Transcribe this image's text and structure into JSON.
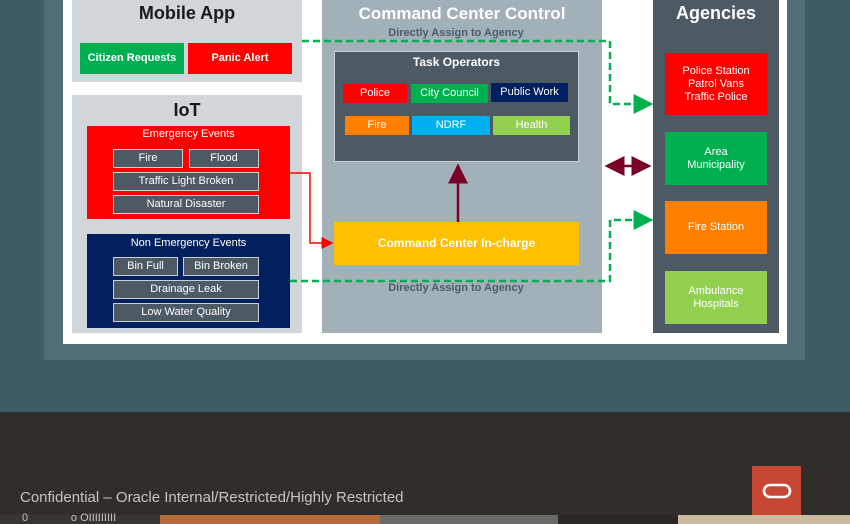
{
  "mobile_app": {
    "title": "Mobile App",
    "citizen_requests": "Citizen Requests",
    "panic_alert": "Panic Alert"
  },
  "iot": {
    "title": "IoT",
    "emergency": {
      "title": "Emergency Events",
      "fire": "Fire",
      "flood": "Flood",
      "traffic_light": "Traffic Light Broken",
      "natural_disaster": "Natural Disaster"
    },
    "non_emergency": {
      "title": "Non Emergency Events",
      "bin_full": "Bin Full",
      "bin_broken": "Bin Broken",
      "drainage_leak": "Drainage Leak",
      "low_water": "Low Water Quality"
    }
  },
  "command_center": {
    "title": "Command Center Control",
    "assign_top": "Directly Assign to Agency",
    "assign_bottom": "Directly Assign to Agency",
    "task_operators": {
      "title": "Task Operators",
      "police": "Police",
      "city_council": "City Council",
      "public_work": "Public Work",
      "fire": "Fire",
      "ndrf": "NDRF",
      "health": "Health"
    },
    "in_charge": "Command Center In-charge"
  },
  "agencies": {
    "title": "Agencies",
    "police_station": "Police Station\nPatrol Vans\nTraffic Police",
    "area_municipality": "Area\nMunicipality",
    "fire_station": "Fire Station",
    "ambulance": "Ambulance\nHospitals"
  },
  "footer": {
    "confidentiality": "Confidential – Oracle Internal/Restricted/Highly Restricted",
    "strip_text": "0              o OIIIIIIIII"
  },
  "colors": {
    "red": "#ff0000",
    "green": "#00b050",
    "orange": "#ff7f00",
    "light_green": "#92d050",
    "yellow": "#ffc000",
    "navy": "#002060",
    "blue": "#00b0f0",
    "dashed_green": "#00b050",
    "dark_red": "#7a0026",
    "oracle_red": "#c74634"
  }
}
